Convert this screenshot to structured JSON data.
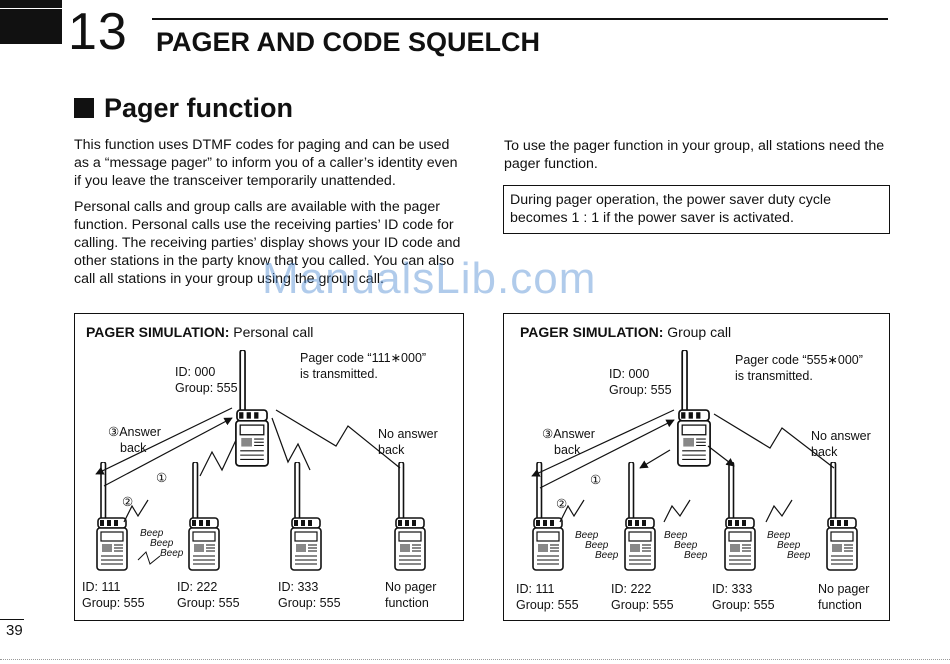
{
  "chapter": {
    "number": "13",
    "title": "PAGER AND CODE SQUELCH"
  },
  "section": {
    "title": "Pager function"
  },
  "paragraphs": {
    "intro": "This function uses DTMF codes for paging and can be used as a “message pager” to inform you of a caller’s identity even if you leave the transceiver temporarily unattended.",
    "personal_group": "Personal calls and group calls are available with the pager function. Personal calls use the receiving parties’ ID code for calling. The receiving parties’ display shows your ID code and other stations in the party know that you called. You can also call all stations in your group using the group call.",
    "group_requirement": "To use the pager function in your group, all stations need the pager function."
  },
  "note": "During pager operation, the power saver duty cycle becomes 1 : 1 if the power saver is activated.",
  "watermark": "ManualsLib.com",
  "simulations": {
    "personal": {
      "title_bold": "PAGER SIMULATION:",
      "title_rest": " Personal call",
      "caller_id": "ID: 000",
      "caller_group": "Group: 555",
      "code_line1": "Pager code “111∗000”",
      "code_line2": "is transmitted.",
      "answer_line1": "③Answer",
      "answer_line2": "back",
      "no_answer_line1": "No answer",
      "no_answer_line2": "back",
      "step1": "①",
      "step2": "②",
      "beep": "Beep",
      "stations": [
        {
          "id": "ID: 111",
          "group": "Group: 555"
        },
        {
          "id": "ID: 222",
          "group": "Group: 555"
        },
        {
          "id": "ID: 333",
          "group": "Group: 555"
        },
        {
          "id": "No pager",
          "group": "function"
        }
      ]
    },
    "group": {
      "title_bold": "PAGER SIMULATION:",
      "title_rest": " Group call",
      "caller_id": "ID: 000",
      "caller_group": "Group: 555",
      "code_line1": "Pager code “555∗000”",
      "code_line2": "is transmitted.",
      "answer_line1": "③Answer",
      "answer_line2": "back",
      "no_answer_line1": "No answer",
      "no_answer_line2": "back",
      "step1": "①",
      "step2": "②",
      "beep": "Beep",
      "stations": [
        {
          "id": "ID: 111",
          "group": "Group: 555"
        },
        {
          "id": "ID: 222",
          "group": "Group: 555"
        },
        {
          "id": "ID: 333",
          "group": "Group: 555"
        },
        {
          "id": "No pager",
          "group": "function"
        }
      ]
    }
  },
  "page_number": "39"
}
